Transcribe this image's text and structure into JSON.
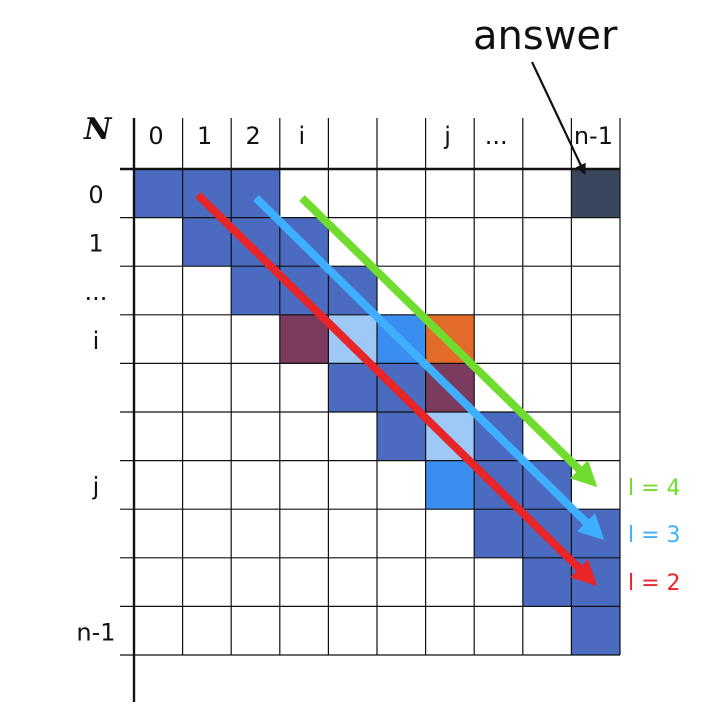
{
  "annotation": "answer",
  "row_axis_label": "N",
  "column_labels": [
    "0",
    "1",
    "2",
    "i",
    "",
    "",
    "j",
    "...",
    "",
    "n-1"
  ],
  "row_labels": [
    "0",
    "1",
    "...",
    "i",
    "",
    "",
    "j",
    "",
    "",
    "n-1"
  ],
  "cells": [
    {
      "r": 0,
      "c": 0,
      "color": "#4a6bbf"
    },
    {
      "r": 0,
      "c": 1,
      "color": "#4a6bbf"
    },
    {
      "r": 0,
      "c": 2,
      "color": "#4a6bbf"
    },
    {
      "r": 0,
      "c": 9,
      "color": "#3a465c"
    },
    {
      "r": 1,
      "c": 1,
      "color": "#4a6bbf"
    },
    {
      "r": 1,
      "c": 2,
      "color": "#4a6bbf"
    },
    {
      "r": 1,
      "c": 3,
      "color": "#4a6bbf"
    },
    {
      "r": 2,
      "c": 2,
      "color": "#4a6bbf"
    },
    {
      "r": 2,
      "c": 3,
      "color": "#4a6bbf"
    },
    {
      "r": 2,
      "c": 4,
      "color": "#4a6bbf"
    },
    {
      "r": 3,
      "c": 3,
      "color": "#7a3b5e"
    },
    {
      "r": 3,
      "c": 4,
      "color": "#9ec9f7"
    },
    {
      "r": 3,
      "c": 5,
      "color": "#3a8ef0"
    },
    {
      "r": 3,
      "c": 6,
      "color": "#e36b2a"
    },
    {
      "r": 4,
      "c": 4,
      "color": "#4a6bbf"
    },
    {
      "r": 4,
      "c": 5,
      "color": "#4a6bbf"
    },
    {
      "r": 4,
      "c": 6,
      "color": "#7a3b5e"
    },
    {
      "r": 5,
      "c": 5,
      "color": "#4a6bbf"
    },
    {
      "r": 5,
      "c": 6,
      "color": "#9ec9f7"
    },
    {
      "r": 5,
      "c": 7,
      "color": "#4a6bbf"
    },
    {
      "r": 6,
      "c": 6,
      "color": "#3a8ef0"
    },
    {
      "r": 6,
      "c": 7,
      "color": "#4a6bbf"
    },
    {
      "r": 6,
      "c": 8,
      "color": "#4a6bbf"
    },
    {
      "r": 7,
      "c": 7,
      "color": "#4a6bbf"
    },
    {
      "r": 7,
      "c": 8,
      "color": "#4a6bbf"
    },
    {
      "r": 7,
      "c": 9,
      "color": "#4a6bbf"
    },
    {
      "r": 8,
      "c": 8,
      "color": "#4a6bbf"
    },
    {
      "r": 8,
      "c": 9,
      "color": "#4a6bbf"
    },
    {
      "r": 9,
      "c": 9,
      "color": "#4a6bbf"
    }
  ],
  "levels": [
    {
      "label": "l = 4",
      "color": "#6fdc2e"
    },
    {
      "label": "l = 3",
      "color": "#3fb0ff"
    },
    {
      "label": "l = 2",
      "color": "#e8262a"
    }
  ]
}
